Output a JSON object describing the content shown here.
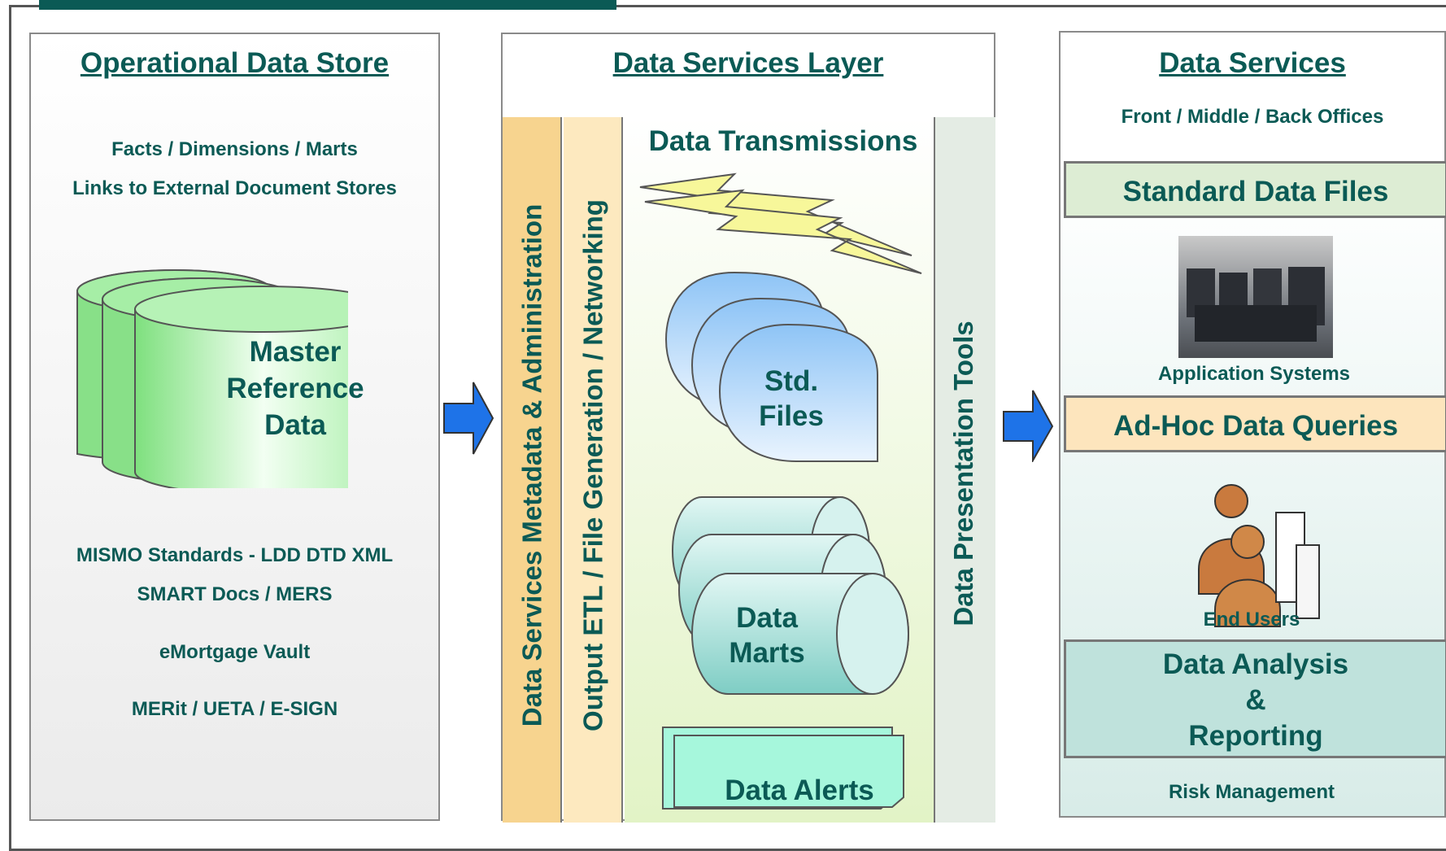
{
  "ods": {
    "title": "Operational Data Store",
    "line1": "Facts / Dimensions / Marts",
    "line2": "Links to External Document Stores",
    "cylinder_l1": "Master",
    "cylinder_l2": "Reference",
    "cylinder_l3": "Data",
    "std1": "MISMO Standards - LDD DTD XML",
    "std2": "SMART Docs / MERS",
    "std3": "eMortgage Vault",
    "std4": "MERit / UETA / E-SIGN"
  },
  "dsl": {
    "title": "Data Services Layer",
    "meta": "Data Services Metadata & Administration",
    "etl": "Output ETL / File Generation / Networking",
    "transmissions": "Data Transmissions",
    "files_l1": "Std.",
    "files_l2": "Files",
    "marts_l1": "Data",
    "marts_l2": "Marts",
    "alerts": "Data Alerts",
    "presentation": "Data Presentation Tools"
  },
  "ds": {
    "title": "Data Services",
    "offices": "Front / Middle / Back Offices",
    "std_files": "Standard Data Files",
    "app_systems": "Application Systems",
    "adhoc": "Ad-Hoc Data Queries",
    "end_users": "End Users",
    "analysis_l1": "Data Analysis",
    "analysis_l2": "&",
    "analysis_l3": "Reporting",
    "risk": "Risk Management"
  },
  "colors": {
    "brand": "#0b5a55",
    "arrow": "#1e73e8",
    "db": "#8ee68e",
    "bolt": "#f7f79a"
  }
}
